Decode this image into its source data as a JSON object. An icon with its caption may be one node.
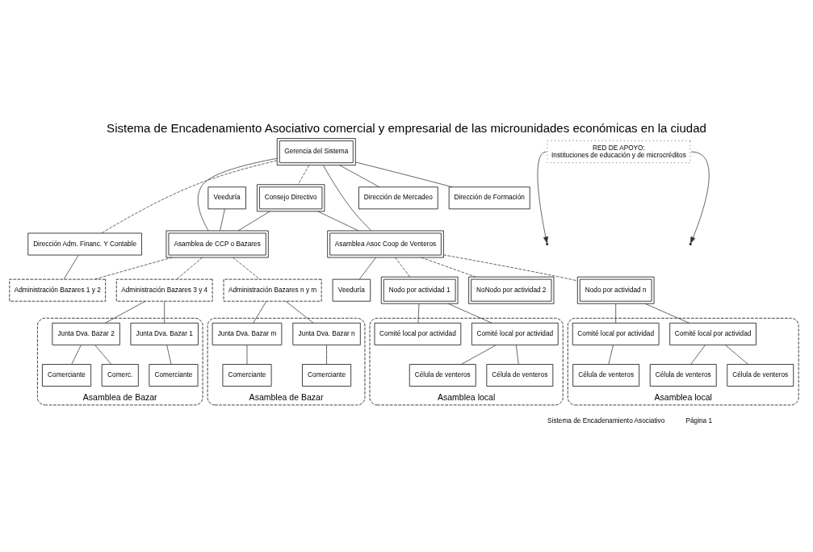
{
  "diagram": {
    "title": "Sistema de Encadenamiento Asociativo comercial y empresarial de las microunidades económicas en la ciudad",
    "nodes": [
      {
        "text": [
          "Gerencia del Sistema"
        ]
      },
      {
        "text": [
          "Consejo Directivo"
        ]
      },
      {
        "text": [
          "Dirección Adm. Financ. Y Contable"
        ]
      },
      {
        "text": [
          "Dirección de Mercadeo"
        ]
      },
      {
        "text": [
          "Dirección de Formación"
        ]
      },
      {
        "text": [
          "RED DE APOYO:",
          "Instituciones de educación y de microcréditos"
        ]
      },
      {
        "text": [
          "Veeduría"
        ]
      },
      {
        "text": [
          "Asamblea de CCP o Bazares"
        ]
      },
      {
        "text": [
          "Asamblea Asoc Coop de Venteros"
        ]
      },
      {
        "text": [
          "Veeduría"
        ]
      },
      {
        "text": [
          "Administración Bazares 1 y 2"
        ]
      },
      {
        "text": [
          "Administración Bazares 3 y 4"
        ]
      },
      {
        "text": [
          "Administración Bazares n y m"
        ]
      },
      {
        "text": [
          "Nodo por actividad 1"
        ]
      },
      {
        "text": [
          "NoNodo por actividad 2"
        ]
      },
      {
        "text": [
          "Nodo por actividad n"
        ]
      },
      {
        "text": [
          "Asamblea de Bazar"
        ]
      },
      {
        "text": [
          "Junta Dva. Bazar 1"
        ],
        "in": 16
      },
      {
        "text": [
          "Junta Dva. Bazar 2"
        ],
        "in": 16
      },
      {
        "text": [
          "Comerciante"
        ],
        "in": 16
      },
      {
        "text": [
          "Comerciante"
        ],
        "in": 16
      },
      {
        "text": [
          "Comerc."
        ],
        "in": 16
      },
      {
        "text": [
          "Asamblea de Bazar"
        ]
      },
      {
        "text": [
          "Junta Dva. Bazar n"
        ],
        "in": 22
      },
      {
        "text": [
          "Junta Dva. Bazar m"
        ],
        "in": 22
      },
      {
        "text": [
          "Comerciante"
        ],
        "in": 22
      },
      {
        "text": [
          "Comerciante"
        ],
        "in": 22
      },
      {
        "text": [
          "Asamblea local"
        ]
      },
      {
        "text": [
          "Comité local por actividad"
        ],
        "in": 27
      },
      {
        "text": [
          "Comité local por actividad"
        ],
        "in": 27
      },
      {
        "text": [
          "Célula de venteros"
        ],
        "in": 27
      },
      {
        "text": [
          "Célula de venteros"
        ],
        "in": 27
      },
      {
        "text": [
          "Asamblea local"
        ]
      },
      {
        "text": [
          "Comité local por actividad"
        ],
        "in": 32
      },
      {
        "text": [
          "Comité local por actividad"
        ],
        "in": 32
      },
      {
        "text": [
          "Célula de venteros"
        ],
        "in": 32
      },
      {
        "text": [
          "Célula de venteros"
        ],
        "in": 32
      },
      {
        "text": [
          "Célula de venteros"
        ],
        "in": 32
      }
    ],
    "edges": [
      {
        "from": 0,
        "to": 1,
        "arrow": "none",
        "style": "dashed"
      },
      {
        "from": 0,
        "to": 2,
        "arrow": "none",
        "style": "dashed"
      },
      {
        "from": 0,
        "to": 3,
        "arrow": "none"
      },
      {
        "from": 0,
        "to": 4,
        "arrow": "none"
      },
      {
        "from": 0,
        "to": 7,
        "arrow": "none"
      },
      {
        "from": 0,
        "to": 8,
        "arrow": "none"
      },
      {
        "from": 1,
        "to": 7,
        "arrow": "none"
      },
      {
        "from": 1,
        "to": 8,
        "arrow": "none"
      },
      {
        "from": 5,
        "to": null,
        "arrow": "to"
      },
      {
        "from": 5,
        "to": null,
        "arrow": "to"
      },
      {
        "from": 6,
        "to": 7,
        "arrow": "none"
      },
      {
        "from": 8,
        "to": 9,
        "arrow": "none"
      },
      {
        "from": 2,
        "to": 10,
        "arrow": "none"
      },
      {
        "from": 7,
        "to": 10,
        "arrow": "none",
        "style": "dashed"
      },
      {
        "from": 7,
        "to": 11,
        "arrow": "none",
        "style": "dashed"
      },
      {
        "from": 7,
        "to": 12,
        "arrow": "none",
        "style": "dashed"
      },
      {
        "from": 8,
        "to": 13,
        "arrow": "none",
        "style": "dashed"
      },
      {
        "from": 8,
        "to": 14,
        "arrow": "none",
        "style": "dashed"
      },
      {
        "from": 8,
        "to": 15,
        "arrow": "none",
        "style": "dashed"
      },
      {
        "from": 11,
        "to": 17,
        "arrow": "none"
      },
      {
        "from": 11,
        "to": 18,
        "arrow": "none"
      },
      {
        "from": 12,
        "to": 23,
        "arrow": "none"
      },
      {
        "from": 12,
        "to": 24,
        "arrow": "none"
      },
      {
        "from": 17,
        "to": 19,
        "arrow": "none"
      },
      {
        "from": 18,
        "to": 20,
        "arrow": "none"
      },
      {
        "from": 18,
        "to": 21,
        "arrow": "none"
      },
      {
        "from": 23,
        "to": 25,
        "arrow": "none"
      },
      {
        "from": 24,
        "to": 26,
        "arrow": "none"
      },
      {
        "from": 13,
        "to": 28,
        "arrow": "none"
      },
      {
        "from": 13,
        "to": 29,
        "arrow": "none"
      },
      {
        "from": 28,
        "to": 30,
        "arrow": "none"
      },
      {
        "from": 28,
        "to": 31,
        "arrow": "none"
      },
      {
        "from": 15,
        "to": 33,
        "arrow": "none"
      },
      {
        "from": 15,
        "to": 34,
        "arrow": "none"
      },
      {
        "from": 33,
        "to": 35,
        "arrow": "none"
      },
      {
        "from": 33,
        "to": 36,
        "arrow": "none"
      },
      {
        "from": 34,
        "to": 37,
        "arrow": "none"
      }
    ],
    "labels": [
      "Sistema de Encadenamiento Asociativo",
      "Página 1"
    ]
  }
}
